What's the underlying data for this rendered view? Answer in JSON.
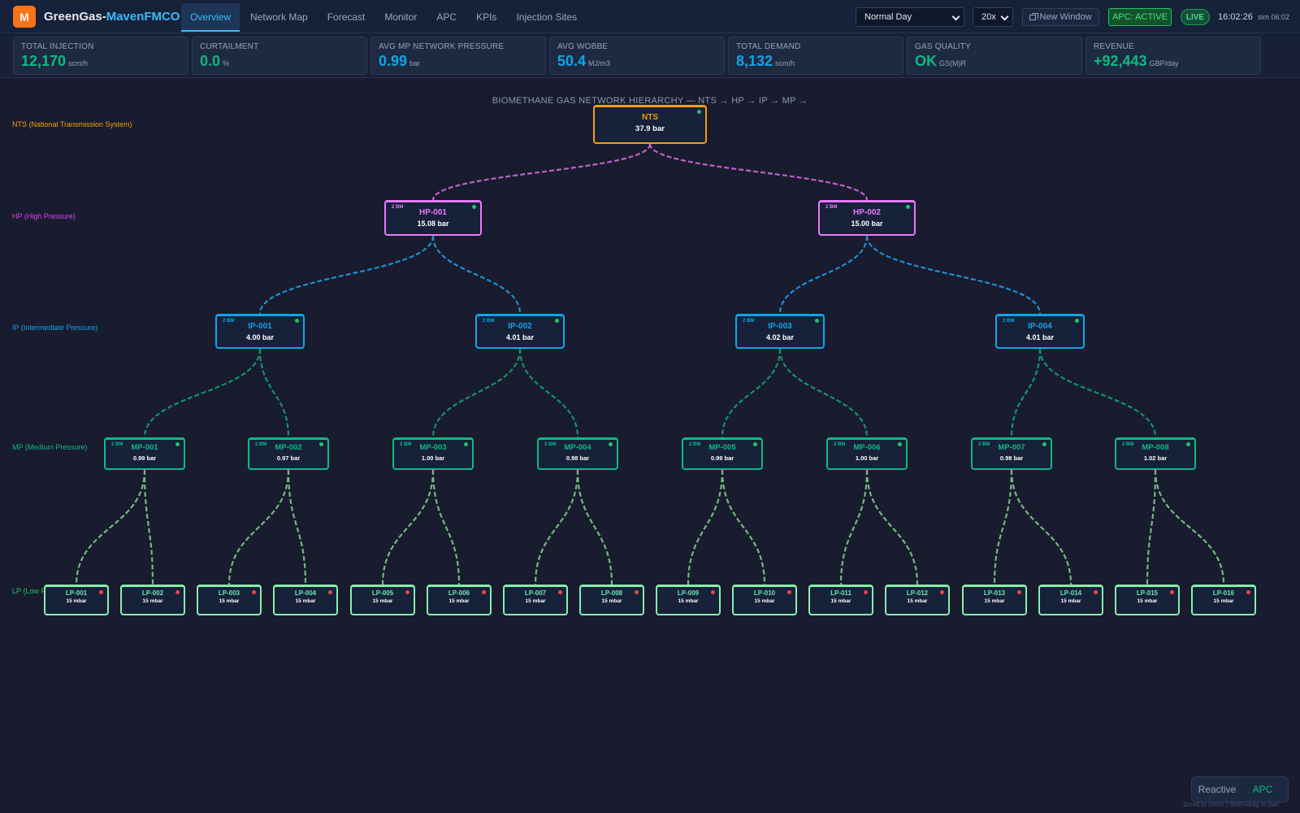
{
  "app": {
    "logo_letter": "M",
    "title_main": "GreenGas-",
    "title_accent": "MavenFMCO"
  },
  "nav": {
    "tabs": [
      {
        "label": "Overview",
        "active": true
      },
      {
        "label": "Network Map"
      },
      {
        "label": "Forecast"
      },
      {
        "label": "Monitor"
      },
      {
        "label": "APC"
      },
      {
        "label": "KPIs"
      },
      {
        "label": "Injection Sites"
      }
    ]
  },
  "header": {
    "scenario_selected": "Normal Day",
    "speed_selected": "20x",
    "new_window_label": "New Window",
    "apc_status": "APC: ACTIVE",
    "live_label": "LIVE",
    "clock": "16:02:26",
    "sim_label": "sim 06:02"
  },
  "kpis": [
    {
      "label": "Total Injection",
      "value": "12,170",
      "unit": "scm/h",
      "color": "#10b981"
    },
    {
      "label": "Curtailment",
      "value": "0.0",
      "unit": "%",
      "color": "#10b981"
    },
    {
      "label": "Avg MP Network Pressure",
      "value": "0.99",
      "unit": "bar",
      "color": "#0ea5e9"
    },
    {
      "label": "Avg Wobbe",
      "value": "50.4",
      "unit": "MJ/m3",
      "color": "#0ea5e9"
    },
    {
      "label": "Total Demand",
      "value": "8,132",
      "unit": "scm/h",
      "color": "#0ea5e9"
    },
    {
      "label": "Gas Quality",
      "value": "OK",
      "unit": "GS(M)R",
      "color": "#10b981"
    },
    {
      "label": "Revenue",
      "value": "+92,443",
      "unit": "GBP/day",
      "color": "#10b981"
    }
  ],
  "diagram": {
    "title": "BIOMETHANE GAS NETWORK HIERARCHY — NTS → HP → IP → MP → LP",
    "levels": [
      {
        "key": "nts",
        "label": "NTS (National Transmission System)",
        "color": "#f59e0b"
      },
      {
        "key": "hp",
        "label": "HP (High Pressure)",
        "color": "#d946ef"
      },
      {
        "key": "ip",
        "label": "IP (Intermediate Pressure)",
        "color": "#0ea5e9"
      },
      {
        "key": "mp",
        "label": "MP (Medium Pressure)",
        "color": "#10b981"
      },
      {
        "key": "lp",
        "label": "LP (Low Pressure)",
        "color": "#22c55e"
      }
    ],
    "colors": {
      "nts": "#f59e0b",
      "hp": "#e879f9",
      "ip": "#0ea5e9",
      "mp": "#10b981",
      "lp": "#86efac",
      "link_hp": "#c061cb",
      "link_ip": "#1d8fd0",
      "link_mp": "#12936a",
      "link_lp": "#72b97e"
    },
    "nts": {
      "name": "NTS",
      "value": "37.9 bar",
      "status": "ok"
    },
    "hp": [
      {
        "name": "HP-001",
        "value": "15.08 bar",
        "bm": "2 BM",
        "status": "ok"
      },
      {
        "name": "HP-002",
        "value": "15.00 bar",
        "bm": "2 BM",
        "status": "ok"
      }
    ],
    "ip": [
      {
        "name": "IP-001",
        "value": "4.00 bar",
        "bm": "2 BM",
        "status": "ok"
      },
      {
        "name": "IP-002",
        "value": "4.01 bar",
        "bm": "2 BM",
        "status": "ok"
      },
      {
        "name": "IP-003",
        "value": "4.02 bar",
        "bm": "2 BM",
        "status": "ok"
      },
      {
        "name": "IP-004",
        "value": "4.01 bar",
        "bm": "2 BM",
        "status": "ok"
      }
    ],
    "mp": [
      {
        "name": "MP-001",
        "value": "0.99 bar",
        "bm": "2 BM",
        "status": "ok"
      },
      {
        "name": "MP-002",
        "value": "0.97 bar",
        "bm": "2 BM",
        "status": "ok"
      },
      {
        "name": "MP-003",
        "value": "1.00 bar",
        "bm": "2 BM",
        "status": "ok"
      },
      {
        "name": "MP-004",
        "value": "0.98 bar",
        "bm": "2 BM",
        "status": "ok"
      },
      {
        "name": "MP-005",
        "value": "0.99 bar",
        "bm": "2 BM",
        "status": "ok"
      },
      {
        "name": "MP-006",
        "value": "1.00 bar",
        "bm": "2 BM",
        "status": "ok"
      },
      {
        "name": "MP-007",
        "value": "0.98 bar",
        "bm": "2 BM",
        "status": "ok"
      },
      {
        "name": "MP-008",
        "value": "1.02 bar",
        "bm": "2 BM",
        "status": "ok"
      }
    ],
    "lp": [
      {
        "name": "LP-001",
        "value": "15 mbar",
        "status": "alarm"
      },
      {
        "name": "LP-002",
        "value": "15 mbar",
        "status": "alarm"
      },
      {
        "name": "LP-003",
        "value": "15 mbar",
        "status": "alarm"
      },
      {
        "name": "LP-004",
        "value": "15 mbar",
        "status": "alarm"
      },
      {
        "name": "LP-005",
        "value": "15 mbar",
        "status": "alarm"
      },
      {
        "name": "LP-006",
        "value": "15 mbar",
        "status": "alarm"
      },
      {
        "name": "LP-007",
        "value": "15 mbar",
        "status": "alarm"
      },
      {
        "name": "LP-008",
        "value": "15 mbar",
        "status": "alarm"
      },
      {
        "name": "LP-009",
        "value": "15 mbar",
        "status": "alarm"
      },
      {
        "name": "LP-010",
        "value": "15 mbar",
        "status": "alarm"
      },
      {
        "name": "LP-011",
        "value": "15 mbar",
        "status": "alarm"
      },
      {
        "name": "LP-012",
        "value": "15 mbar",
        "status": "alarm"
      },
      {
        "name": "LP-013",
        "value": "15 mbar",
        "status": "alarm"
      },
      {
        "name": "LP-014",
        "value": "15 mbar",
        "status": "alarm"
      },
      {
        "name": "LP-015",
        "value": "15 mbar",
        "status": "alarm"
      },
      {
        "name": "LP-016",
        "value": "15 mbar",
        "status": "alarm"
      }
    ]
  },
  "mode_toggle": {
    "options": [
      {
        "label": "Reactive"
      },
      {
        "label": "APC",
        "active": true
      }
    ]
  },
  "hint": "Scroll to zoom | Shift+drag to pan"
}
